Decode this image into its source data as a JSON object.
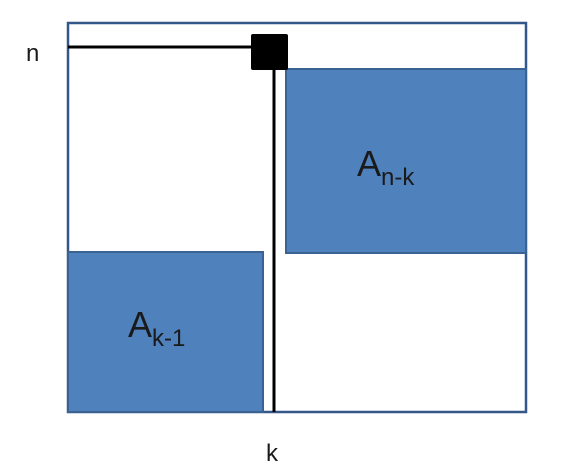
{
  "labels": {
    "row_label": "n",
    "col_label": "k"
  },
  "blocks": {
    "upper_right": {
      "base": "A",
      "subscript": "n-k"
    },
    "lower_left": {
      "base": "A",
      "subscript": "k-1"
    }
  },
  "colors": {
    "block_fill": "#4f81bd",
    "block_border": "#3a6394",
    "frame_border": "#34578a",
    "lines": "#000000"
  }
}
